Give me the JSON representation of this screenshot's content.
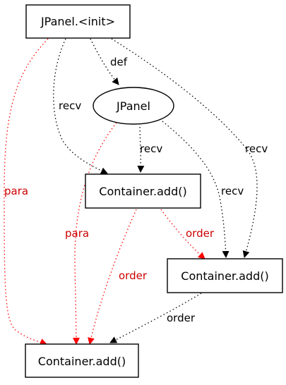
{
  "colors": {
    "black": "#000000",
    "red": "#ff0000",
    "red_text": "#cc0000"
  },
  "nodes": {
    "init": {
      "label": "JPanel.<init>",
      "shape": "box"
    },
    "jpanel": {
      "label": "JPanel",
      "shape": "ellipse"
    },
    "add_1": {
      "label": "Container.add()",
      "shape": "box"
    },
    "add_2": {
      "label": "Container.add()",
      "shape": "box"
    },
    "add_3": {
      "label": "Container.add()",
      "shape": "box"
    }
  },
  "edges": {
    "init_jpanel": {
      "from": "JPanel.<init>",
      "to": "JPanel",
      "label": "def",
      "color": "black"
    },
    "init_add1": {
      "from": "JPanel.<init>",
      "to": "Container.add() (middle)",
      "label": "recv",
      "color": "black"
    },
    "init_add2": {
      "from": "JPanel.<init>",
      "to": "Container.add() (right)",
      "label": "recv",
      "color": "black"
    },
    "init_add3": {
      "from": "JPanel.<init>",
      "to": "Container.add() (bottom)",
      "label": "para",
      "color": "red"
    },
    "jpanel_add1": {
      "from": "JPanel",
      "to": "Container.add() (middle)",
      "label": "recv",
      "color": "black"
    },
    "jpanel_add2": {
      "from": "JPanel",
      "to": "Container.add() (right)",
      "label": "recv",
      "color": "black"
    },
    "jpanel_add3": {
      "from": "JPanel",
      "to": "Container.add() (bottom)",
      "label": "para",
      "color": "red"
    },
    "add1_add2": {
      "from": "Container.add() (middle)",
      "to": "Container.add() (right)",
      "label": "order",
      "color": "red"
    },
    "add1_add3": {
      "from": "Container.add() (middle)",
      "to": "Container.add() (bottom)",
      "label": "order",
      "color": "red"
    },
    "add2_add3": {
      "from": "Container.add() (right)",
      "to": "Container.add() (bottom)",
      "label": "order",
      "color": "black"
    }
  }
}
